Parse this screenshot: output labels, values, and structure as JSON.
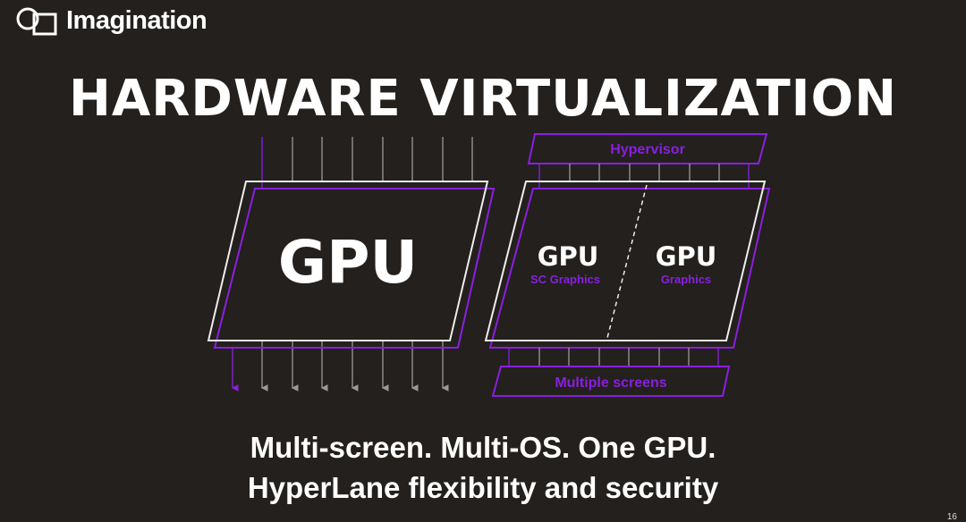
{
  "logo": {
    "text": "Imagination"
  },
  "title": "HARDWARE VIRTUALIZATION",
  "diagram": {
    "left_gpu": "GPU",
    "hypervisor": "Hypervisor",
    "gpu1": {
      "label": "GPU",
      "sub": "SC Graphics"
    },
    "gpu2": {
      "label": "GPU",
      "sub": "Graphics"
    },
    "screens": "Multiple screens"
  },
  "subtitle": {
    "line1": "Multi-screen. Multi-OS. One GPU.",
    "line2": "HyperLane flexibility and security"
  },
  "page_number": "16",
  "colors": {
    "background": "#23201d",
    "accent": "#8a1fe0",
    "line": "#e8e8e8"
  }
}
